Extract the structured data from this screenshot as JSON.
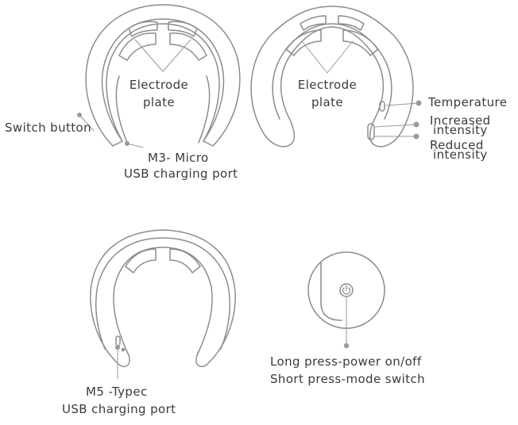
{
  "colors": {
    "outline": "#8c8c8c",
    "leader": "#9a9a9a",
    "text": "#3a3a3a",
    "dot": "#9a9a9a"
  },
  "labels": {
    "electrode_left_1": "Electrode",
    "electrode_left_2": "plate",
    "electrode_right_1": "Electrode",
    "electrode_right_2": "plate",
    "switch_button": "Switch button",
    "m3_line1": "M3- Micro",
    "m3_line2": "USB charging port",
    "temperature": "Temperature",
    "increased_1": "Increased",
    "increased_2": "intensity",
    "reduced_1": "Reduced",
    "reduced_2": "intensity",
    "m5_line1": "M5 -Typec",
    "m5_line2": "USB charging port",
    "power_line1": "Long press-power on/off",
    "power_line2": "Short press-mode switch"
  },
  "icons": {
    "power": "power-icon"
  }
}
